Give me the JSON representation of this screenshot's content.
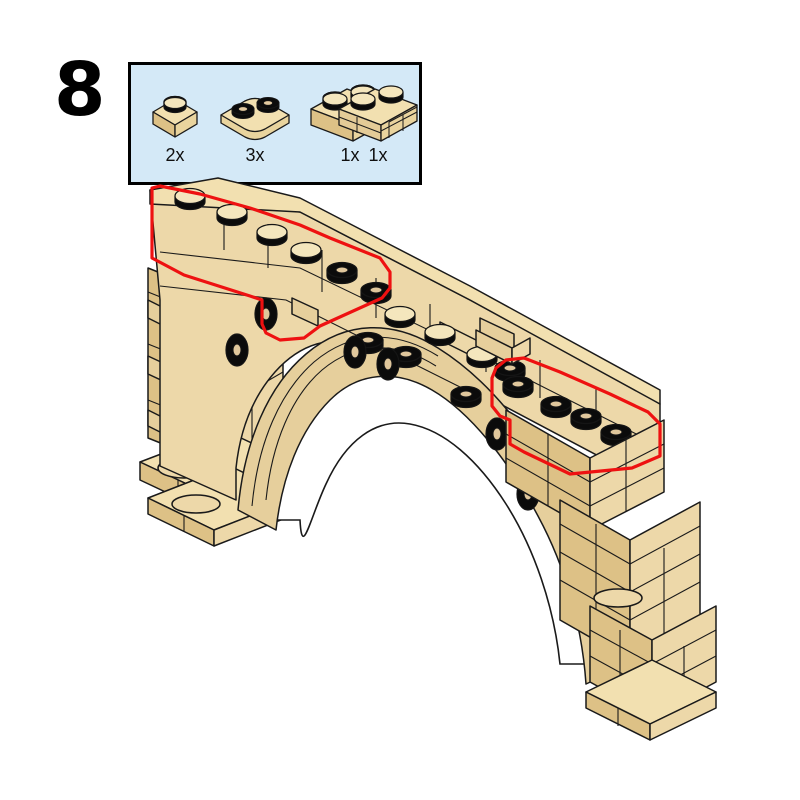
{
  "step": {
    "number": "8",
    "name": "step-number"
  },
  "callout": {
    "background_color": "#d4e9f7",
    "border_color": "#000000",
    "parts": [
      {
        "id": "plate-1x1",
        "icon": "lego-plate-1x1-icon",
        "quantity": "2x",
        "stud_type": "solid"
      },
      {
        "id": "round-plate-1x2",
        "icon": "lego-round-plate-1x2-icon",
        "quantity": "3x",
        "stud_type": "hollow"
      },
      {
        "id": "brick-1x2",
        "icon": "lego-brick-1x2-icon",
        "quantity": "1x",
        "stud_type": "solid"
      },
      {
        "id": "masonry-brick-1x2",
        "icon": "lego-masonry-brick-1x2-icon",
        "quantity": "1x",
        "stud_type": "solid"
      }
    ]
  },
  "model": {
    "name": "lego-arch-bridge-assembly",
    "description": "Tan LEGO masonry arch with two pillars",
    "colors": {
      "brick_top": "#f2e0b0",
      "brick_light": "#edd8a9",
      "brick_mid": "#e6cf9c",
      "brick_shade": "#ddc186",
      "brick_dark": "#d2b477",
      "outline": "#1a1a1a",
      "stud_black": "#0b0b0b",
      "highlight_red": "#ee1111",
      "background": "#ffffff"
    },
    "highlight": {
      "color": "#ee1111",
      "regions": [
        {
          "id": "left-new-parts",
          "label": "left-highlighted-new-bricks"
        },
        {
          "id": "right-new-parts",
          "label": "right-highlighted-new-bricks"
        }
      ]
    }
  }
}
